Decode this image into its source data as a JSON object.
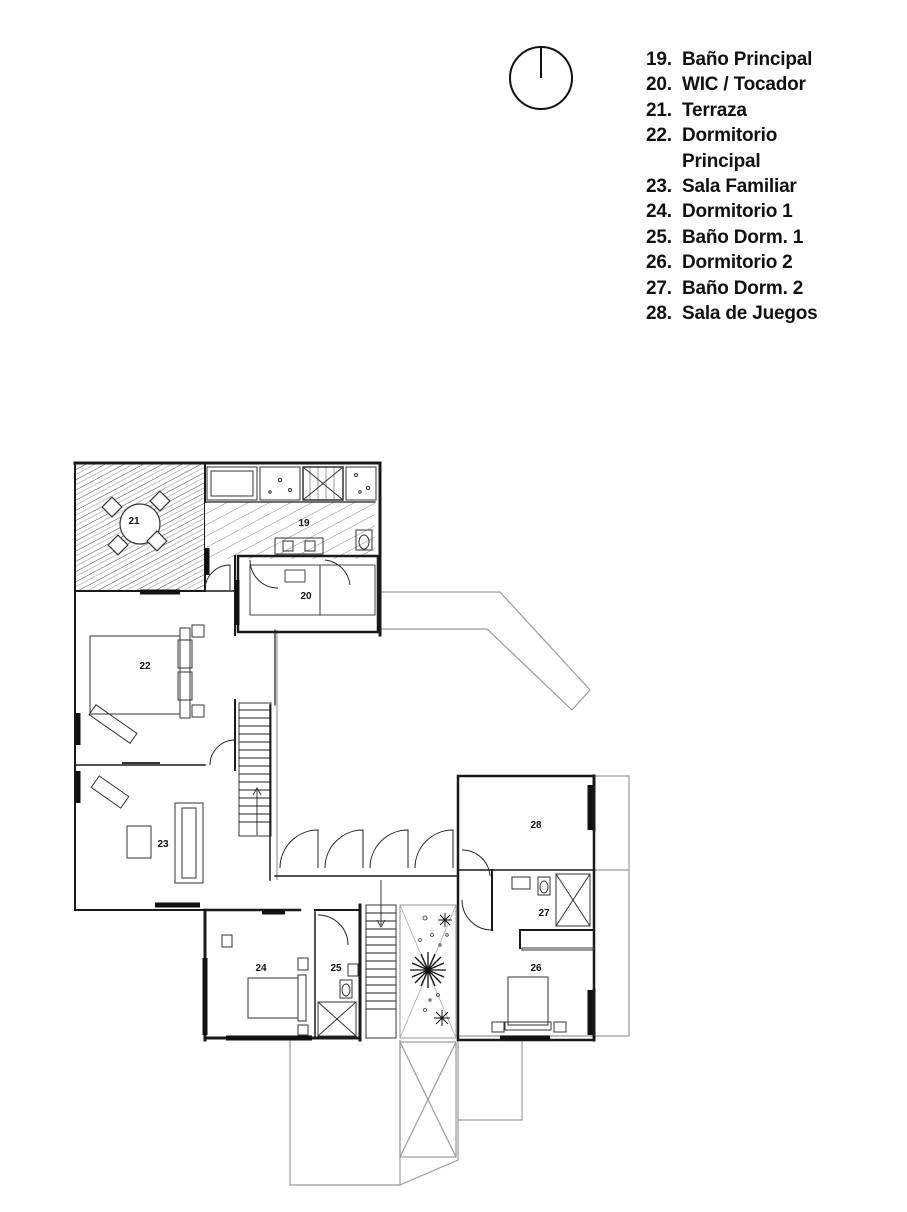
{
  "legend": {
    "items": [
      {
        "num": "19.",
        "name": "Baño Principal"
      },
      {
        "num": "20.",
        "name": "WIC / Tocador"
      },
      {
        "num": "21.",
        "name": "Terraza"
      },
      {
        "num": "22.",
        "name": "Dormitorio",
        "name2": "Principal"
      },
      {
        "num": "23.",
        "name": "Sala Familiar"
      },
      {
        "num": "24.",
        "name": "Dormitorio 1"
      },
      {
        "num": "25.",
        "name": "Baño Dorm. 1"
      },
      {
        "num": "26.",
        "name": "Dormitorio 2"
      },
      {
        "num": "27.",
        "name": "Baño Dorm. 2"
      },
      {
        "num": "28.",
        "name": "Sala de Juegos"
      }
    ]
  },
  "rooms": {
    "r19": "19",
    "r20": "20",
    "r21": "21",
    "r22": "22",
    "r23": "23",
    "r24": "24",
    "r25": "25",
    "r26": "26",
    "r27": "27",
    "r28": "28"
  },
  "colors": {
    "wall": "#1a1a1a",
    "outline": "#9a9a9a",
    "fixture": "#555555"
  },
  "icons": {
    "north": "north-arrow-icon"
  }
}
